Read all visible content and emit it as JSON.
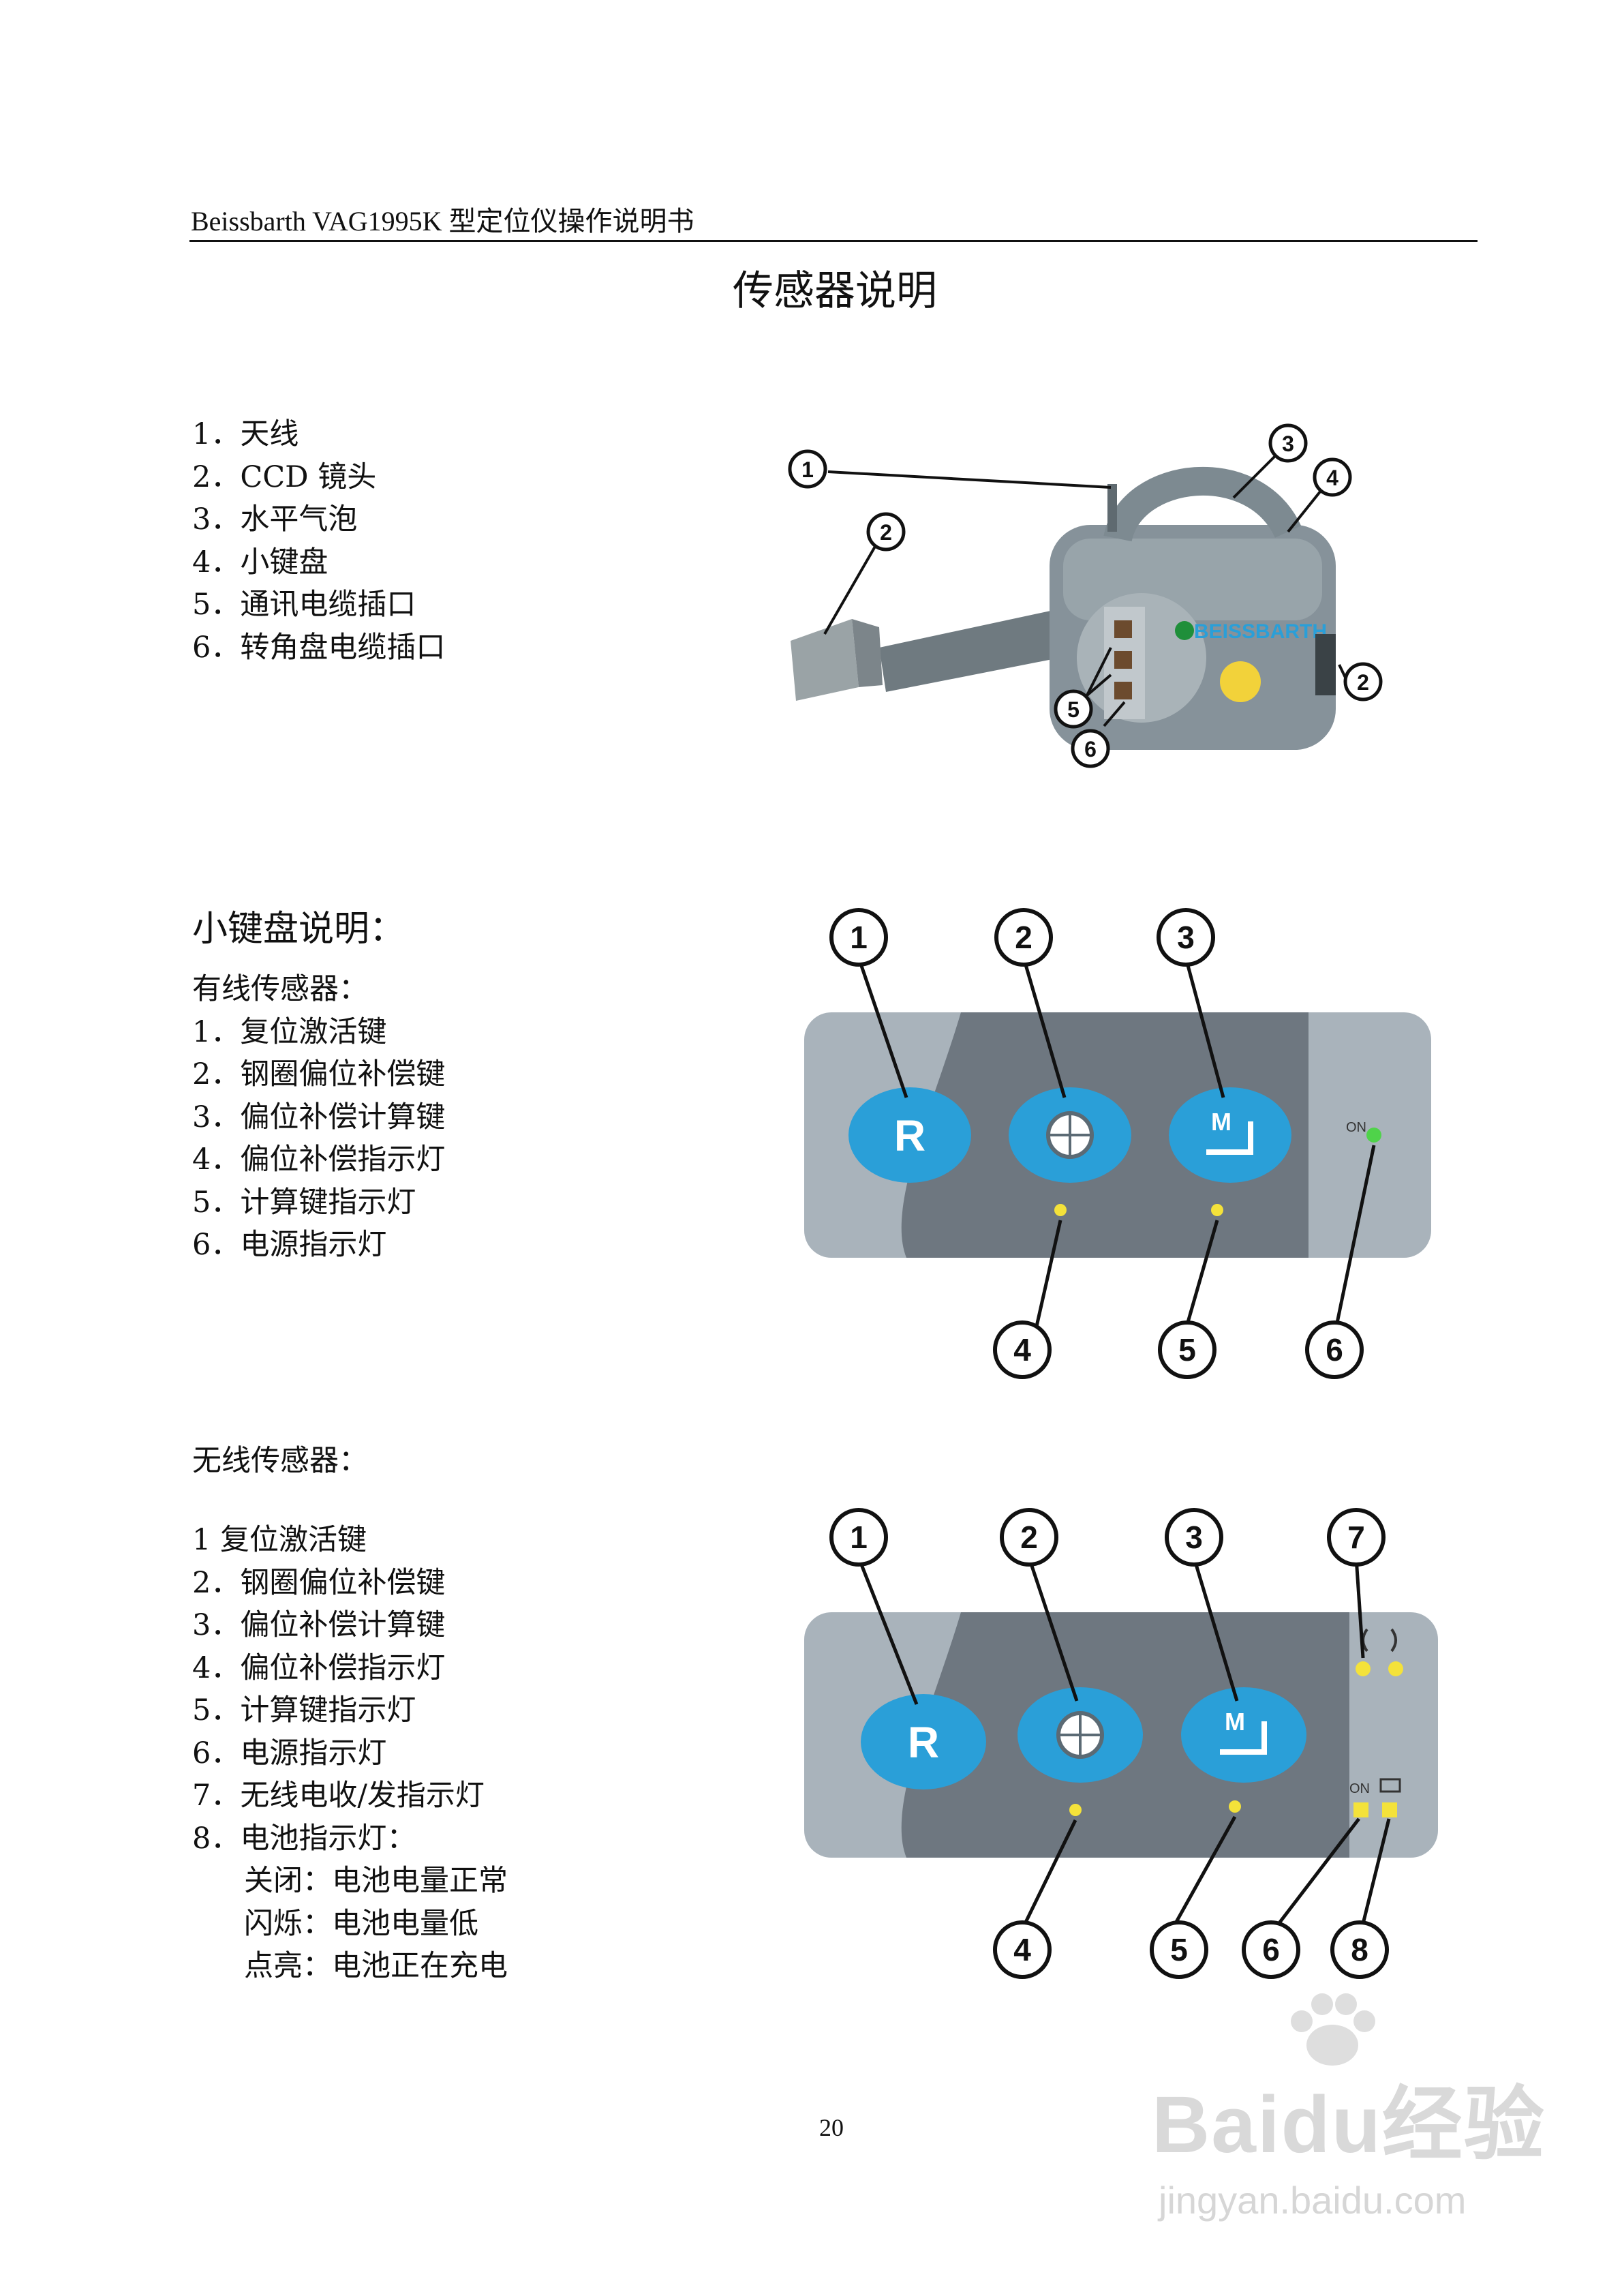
{
  "header": {
    "text": "Beissbarth VAG1995K 型定位仪操作说明书"
  },
  "title": "传感器说明",
  "sensor_parts": [
    "1．天线",
    "2．CCD 镜头",
    "3．水平气泡",
    "4．小键盘",
    "5．通讯电缆插口",
    "6．转角盘电缆插口"
  ],
  "keypad_section": {
    "heading": "小键盘说明："
  },
  "wired": {
    "label": "有线传感器：",
    "items": [
      "1．复位激活键",
      "2．钢圈偏位补偿键",
      "3．偏位补偿计算键",
      "4．偏位补偿指示灯",
      "5．计算键指示灯",
      "6．电源指示灯"
    ]
  },
  "wireless": {
    "label": "无线传感器：",
    "items": [
      "1 复位激活键",
      "2．钢圈偏位补偿键",
      "3．偏位补偿计算键",
      "4．偏位补偿指示灯",
      "5．计算键指示灯",
      "6．电源指示灯",
      "7．无线电收/发指示灯",
      "8．电池指示灯："
    ],
    "battery_states": [
      "关闭：电池电量正常",
      "闪烁：电池电量低",
      "点亮：电池正在充电"
    ]
  },
  "figure_labels": {
    "brand": "BEISSBARTH",
    "key_r": "R",
    "key_m": "M",
    "on": "ON",
    "n1": "1",
    "n2": "2",
    "n3": "3",
    "n4": "4",
    "n5": "5",
    "n6": "6",
    "n7": "7",
    "n8": "8"
  },
  "page_number": "20",
  "watermark": {
    "brand": "Baidu经验",
    "url": "jingyan.baidu.com"
  },
  "colors": {
    "key_blue": "#2a9fd8",
    "panel_grey": "#a9b3bb",
    "panel_dark": "#6e7780",
    "led_yellow": "#f4e23a",
    "led_green": "#4fd34a"
  }
}
